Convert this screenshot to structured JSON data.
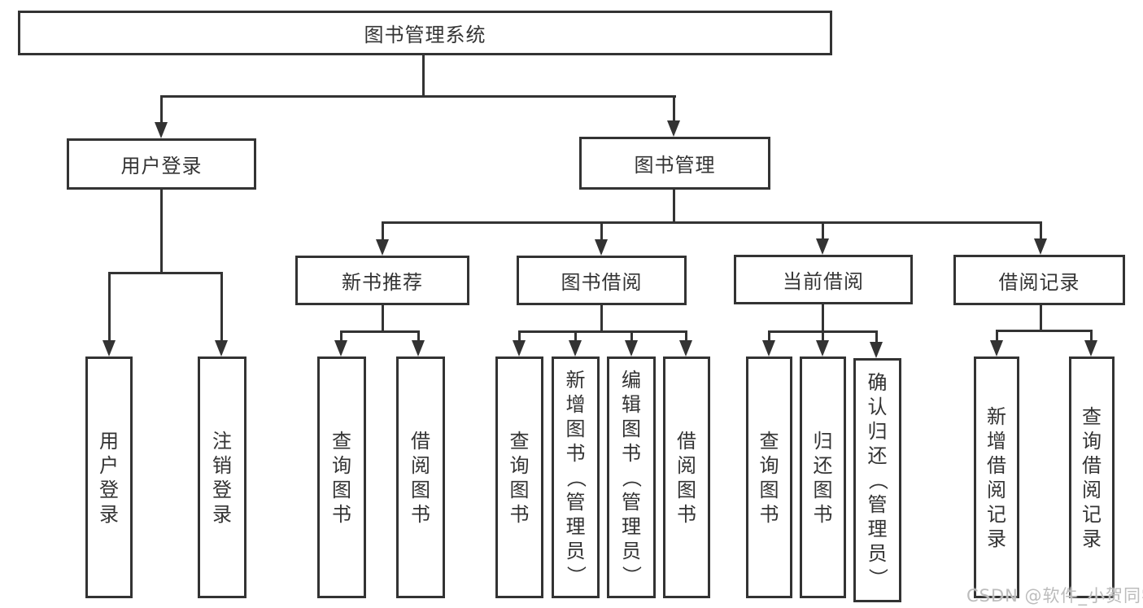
{
  "diagram": {
    "title": "图书管理系统",
    "nodes": {
      "root": "图书管理系统",
      "user_login": "用户登录",
      "book_mgmt": "图书管理",
      "new_book": "新书推荐",
      "book_borrow": "图书借阅",
      "current_borrow": "当前借阅",
      "borrow_record": "借阅记录",
      "leaves": {
        "user_login": [
          "用户登录",
          "注销登录"
        ],
        "new_book": [
          "查询图书",
          "借阅图书"
        ],
        "book_borrow": [
          "查询图书",
          "新增图书（管理员）",
          "编辑图书（管理员）",
          "借阅图书"
        ],
        "current_borrow": [
          "查询图书",
          "归还图书",
          "确认归还（管理员）"
        ],
        "borrow_record": [
          "新增借阅记录",
          "查询借阅记录"
        ]
      }
    },
    "hierarchy": [
      {
        "parent": "图书管理系统",
        "children": [
          "用户登录",
          "图书管理"
        ]
      },
      {
        "parent": "用户登录",
        "children": [
          "用户登录",
          "注销登录"
        ]
      },
      {
        "parent": "图书管理",
        "children": [
          "新书推荐",
          "图书借阅",
          "当前借阅",
          "借阅记录"
        ]
      },
      {
        "parent": "新书推荐",
        "children": [
          "查询图书",
          "借阅图书"
        ]
      },
      {
        "parent": "图书借阅",
        "children": [
          "查询图书",
          "新增图书（管理员）",
          "编辑图书（管理员）",
          "借阅图书"
        ]
      },
      {
        "parent": "当前借阅",
        "children": [
          "查询图书",
          "归还图书",
          "确认归还（管理员）"
        ]
      },
      {
        "parent": "借阅记录",
        "children": [
          "新增借阅记录",
          "查询借阅记录"
        ]
      }
    ]
  },
  "watermark": "CSDN @软件_小贺同学",
  "colors": {
    "line": "#333333",
    "text": "#333333",
    "box_background": "#ffffff",
    "page_background": "#ffffff",
    "watermark": "#bcbcbc"
  }
}
